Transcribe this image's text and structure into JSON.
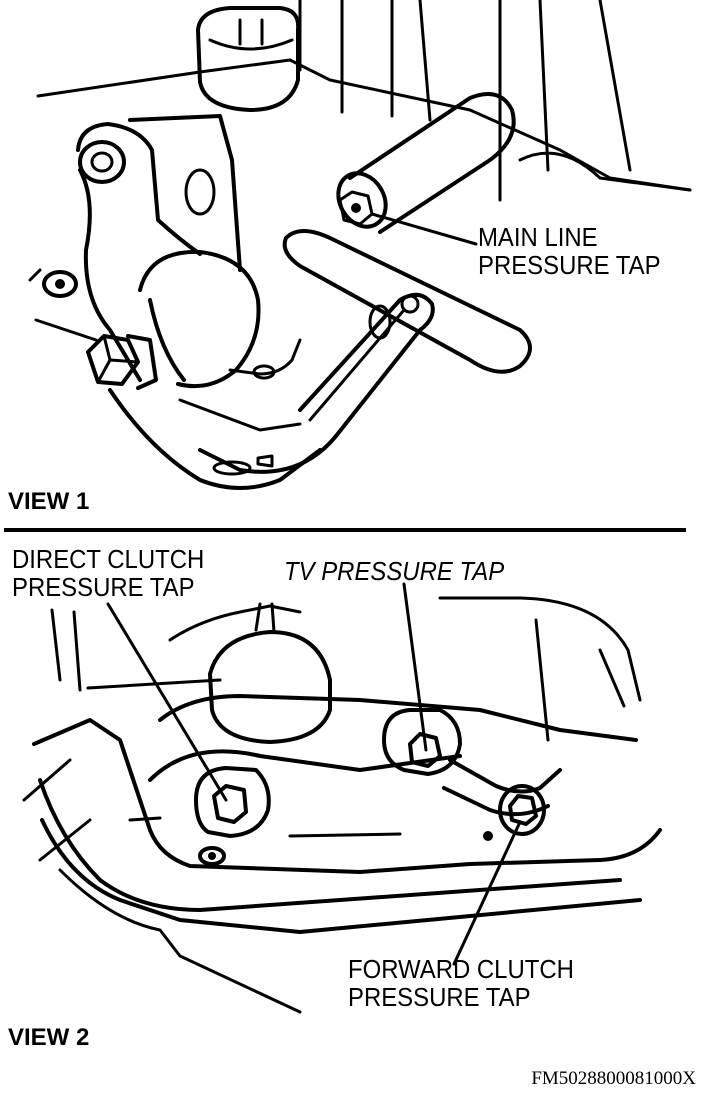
{
  "view1": {
    "label": "VIEW 1",
    "callout_main_line": [
      "MAIN LINE",
      "PRESSURE TAP"
    ]
  },
  "view2": {
    "label": "VIEW 2",
    "callout_direct_clutch": [
      "DIRECT CLUTCH",
      "PRESSURE TAP"
    ],
    "callout_tv": "TV PRESSURE TAP",
    "callout_forward_clutch": [
      "FORWARD CLUTCH",
      "PRESSURE TAP"
    ]
  },
  "figure_id": "FM5028800081000X"
}
